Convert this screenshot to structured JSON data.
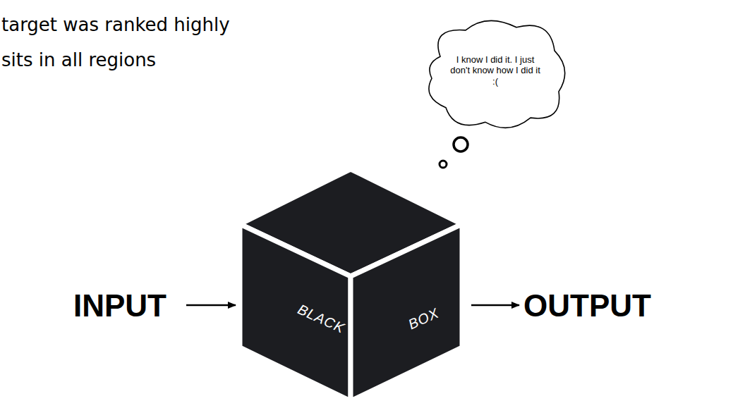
{
  "diagram": {
    "nodes": [
      {
        "text": [
          "I know I did it. I just don't know how I did it :("
        ]
      },
      {
        "text": [
          "BLACK",
          "BOX"
        ]
      }
    ],
    "labels": [
      "target was ranked highly",
      "sits in all regions",
      "INPUT",
      "OUTPUT"
    ]
  }
}
